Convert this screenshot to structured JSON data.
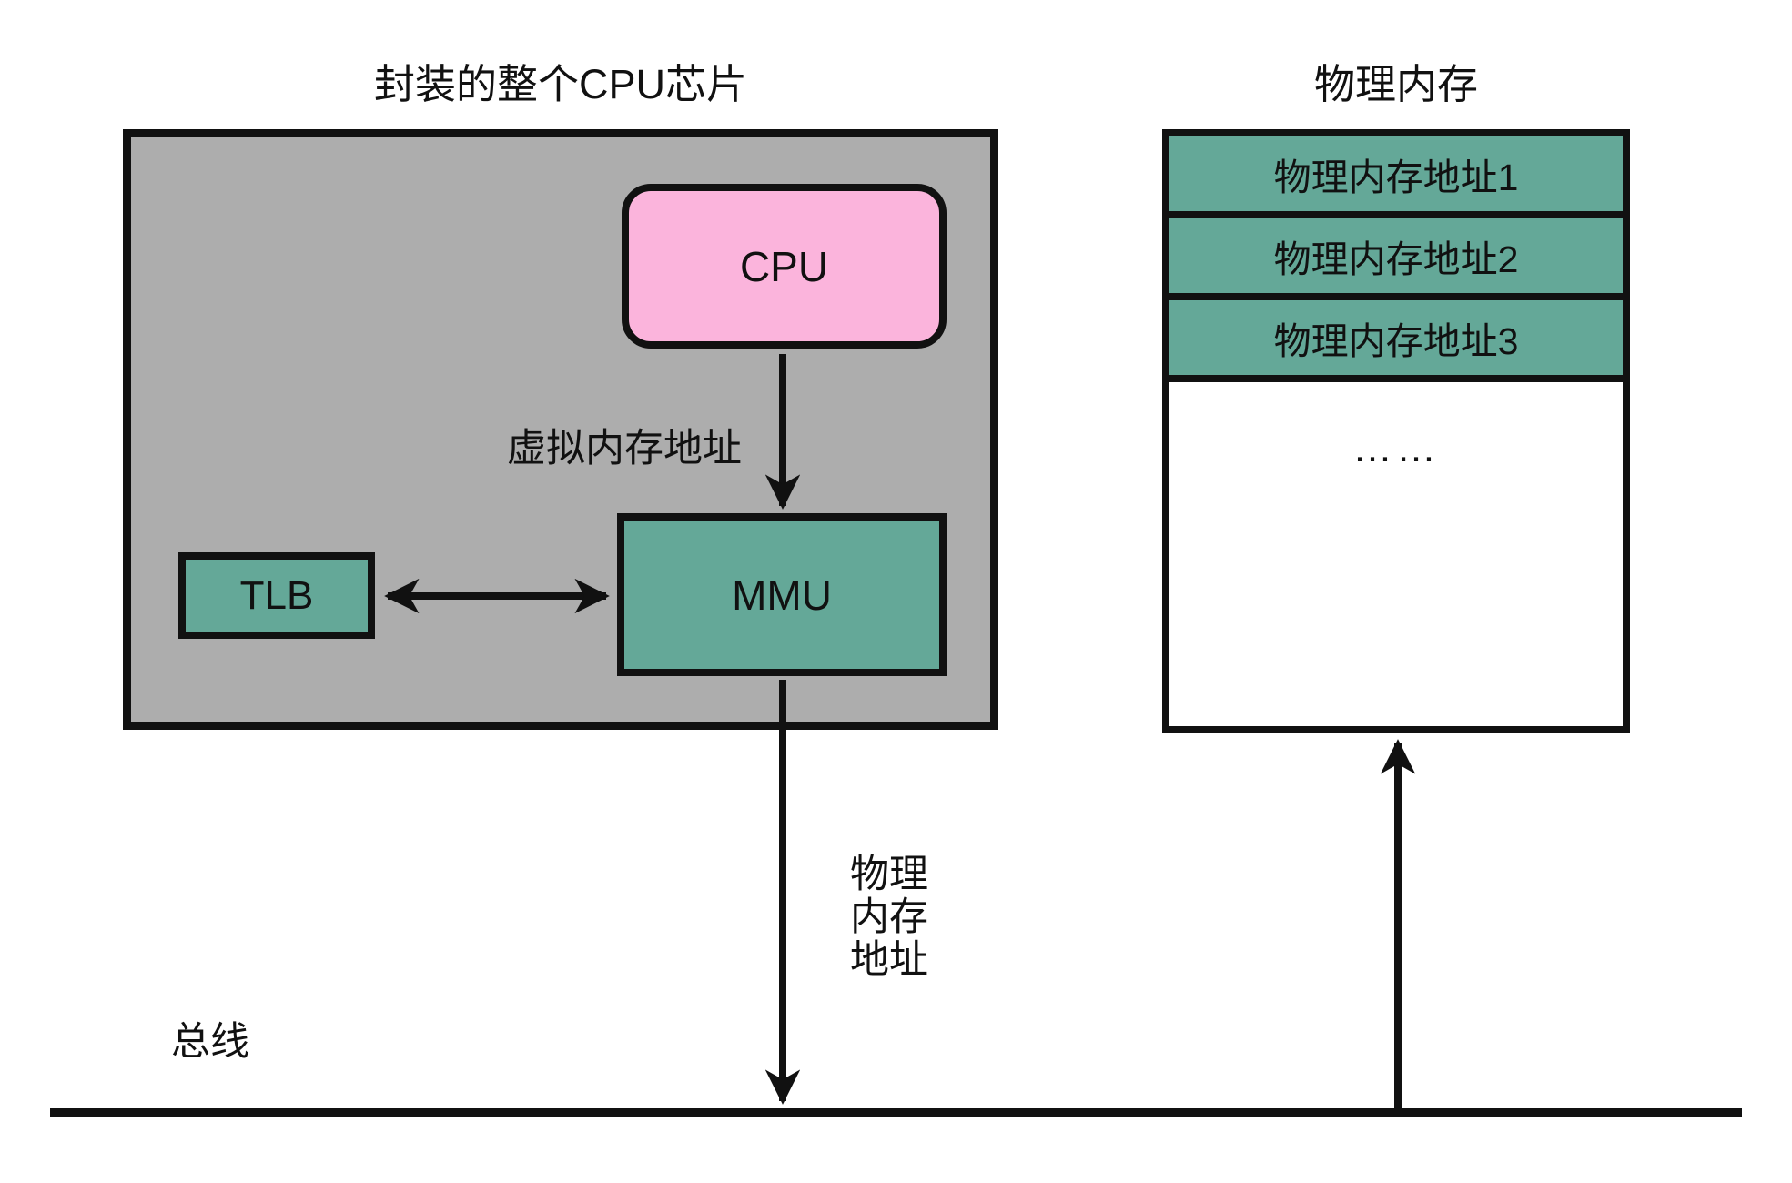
{
  "colors": {
    "background": "#ffffff",
    "line": "#111111",
    "chip_fill": "#adadad",
    "cpu_fill": "#fbb4dc",
    "unit_fill": "#64a898",
    "memory_fill": "#ffffff"
  },
  "chip": {
    "title": "封装的整个CPU芯片",
    "cpu_label": "CPU",
    "virtual_address_label": "虚拟内存地址",
    "tlb_label": "TLB",
    "mmu_label": "MMU"
  },
  "physical_address_label": {
    "lines": [
      "物理",
      "内存",
      "地址"
    ]
  },
  "bus": {
    "label": "总线"
  },
  "memory": {
    "title": "物理内存",
    "rows": [
      "物理内存地址1",
      "物理内存地址2",
      "物理内存地址3"
    ],
    "ellipsis": "……"
  }
}
